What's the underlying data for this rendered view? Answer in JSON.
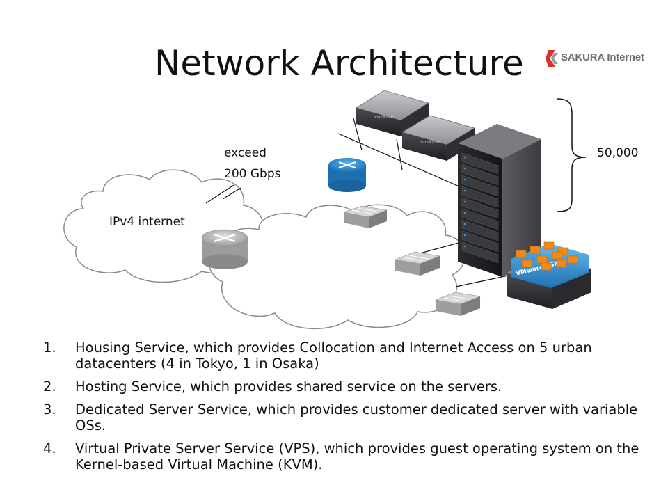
{
  "slide": {
    "title": "Network Architecture",
    "logo": {
      "text": "SAKURA Internet",
      "mark_color": "#e0302a",
      "text_color": "#6d6f74"
    }
  },
  "diagram": {
    "cloud_label": "IPv4 internet",
    "bandwidth_label_line1": "exceed",
    "bandwidth_label_line2": "200 Gbps",
    "server_count_label": "50,000",
    "server_brand": "vmware",
    "esx_label": "VMware ESX",
    "router_color": "#2a8ad0"
  },
  "bullets": [
    {
      "num": "1.",
      "text": "Housing Service, which provides Collocation and Internet Access on 5 urban datacenters (4 in Tokyo, 1 in Osaka)"
    },
    {
      "num": "2.",
      "text": "Hosting Service, which provides shared service on the servers."
    },
    {
      "num": "3.",
      "text": "Dedicated Server Service, which provides customer dedicated  server with variable OSs."
    },
    {
      "num": "4.",
      "text": "Virtual Private Server Service (VPS), which provides guest operating system on the Kernel-based Virtual Machine (KVM)."
    }
  ]
}
